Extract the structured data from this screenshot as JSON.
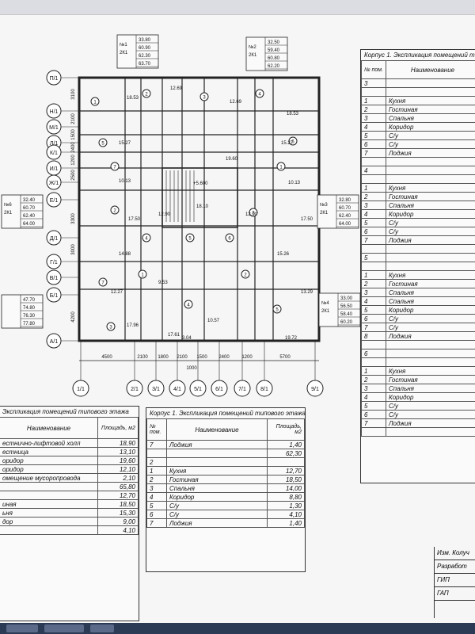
{
  "plan": {
    "axes_left": [
      "П/1",
      "Н/1",
      "М/1",
      "Л/1",
      "К/1",
      "И/1",
      "Ж/1",
      "Е/1",
      "Д/1",
      "Г/1",
      "В/1",
      "Б/1",
      "А/1"
    ],
    "axes_bottom": [
      "1/1",
      "2/1",
      "3/1",
      "4/1",
      "5/1",
      "6/1",
      "7/1",
      "8/1",
      "9/1"
    ],
    "left_dims": [
      "3100",
      "2100",
      "1500",
      "2400",
      "1200",
      "2500",
      "3300",
      "3000",
      "4200"
    ],
    "bottom_dims": [
      "4500",
      "2100",
      "1800",
      "2100",
      "1500",
      "2400",
      "1200",
      "5700"
    ],
    "bottom_total": "1000",
    "room_areas": [
      "18.53",
      "12.69",
      "12.69",
      "18.53",
      "15.27",
      "19.60",
      "15.27",
      "10.13",
      "10.13",
      "17.50",
      "12.90",
      "18.10",
      "12.90",
      "17.50",
      "14.88",
      "15.26",
      "12.27",
      "9.53",
      "13.29",
      "17.96",
      "17.61",
      "10.57",
      "19.72",
      "3.04"
    ],
    "level": "+5.600",
    "apartments": [
      {
        "id": "№1",
        "type": "2К1",
        "values": [
          "33.80",
          "60.90",
          "62.30",
          "63.70"
        ]
      },
      {
        "id": "№2",
        "type": "2К1",
        "values": [
          "32.50",
          "59.40",
          "60.80",
          "62.20"
        ]
      },
      {
        "id": "№6",
        "type": "2К1",
        "values": [
          "32.40",
          "60.70",
          "62.40",
          "64.00"
        ]
      },
      {
        "id": "№3",
        "type": "2К1",
        "values": [
          "32.80",
          "60.70",
          "62.40",
          "64.00"
        ]
      },
      {
        "id": "",
        "type": "",
        "values": [
          "47.70",
          "74.80",
          "76.30",
          "77.80"
        ]
      },
      {
        "id": "№4",
        "type": "2К1",
        "values": [
          "33.00",
          "56.50",
          "58.40",
          "60.20"
        ]
      }
    ]
  },
  "right_table": {
    "title": "Корпус 1. Экспликация помещений типово",
    "col_num": "№ пом.",
    "col_name": "Наименование",
    "groups": [
      {
        "label": "3",
        "rows": [
          [
            "1",
            "Кухня"
          ],
          [
            "2",
            "Гостиная"
          ],
          [
            "3",
            "Спальня"
          ],
          [
            "4",
            "Коридор"
          ],
          [
            "5",
            "С/у"
          ],
          [
            "6",
            "С/у"
          ],
          [
            "7",
            "Лоджия"
          ]
        ]
      },
      {
        "label": "4",
        "rows": [
          [
            "1",
            "Кухня"
          ],
          [
            "2",
            "Гостиная"
          ],
          [
            "3",
            "Спальня"
          ],
          [
            "4",
            "Коридор"
          ],
          [
            "5",
            "С/у"
          ],
          [
            "6",
            "С/у"
          ],
          [
            "7",
            "Лоджия"
          ]
        ]
      },
      {
        "label": "5",
        "rows": [
          [
            "1",
            "Кухня"
          ],
          [
            "2",
            "Гостиная"
          ],
          [
            "3",
            "Спальня"
          ],
          [
            "4",
            "Спальня"
          ],
          [
            "5",
            "Коридор"
          ],
          [
            "6",
            "С/у"
          ],
          [
            "7",
            "С/у"
          ],
          [
            "8",
            "Лоджия"
          ]
        ]
      },
      {
        "label": "6",
        "rows": [
          [
            "1",
            "Кухня"
          ],
          [
            "2",
            "Гостиная"
          ],
          [
            "3",
            "Спальня"
          ],
          [
            "4",
            "Коридор"
          ],
          [
            "5",
            "С/у"
          ],
          [
            "6",
            "С/у"
          ],
          [
            "7",
            "Лоджия"
          ]
        ]
      }
    ]
  },
  "left_table": {
    "title": "Экспликация помещений типового этажа",
    "col_name": "Наименование",
    "col_area": "Площадь, м2",
    "rows": [
      [
        "естнично-лифтовой холл",
        "18,90"
      ],
      [
        "естница",
        "13,10"
      ],
      [
        "оридор",
        "19,60"
      ],
      [
        "оридор",
        "12,10"
      ],
      [
        "омещение мусоропровода",
        "2,10"
      ],
      [
        "",
        "65,80"
      ],
      [
        "",
        "12,70"
      ],
      [
        "иная",
        "18,50"
      ],
      [
        "ьня",
        "15,30"
      ],
      [
        "дор",
        "9,00"
      ],
      [
        "",
        "4,10"
      ]
    ]
  },
  "mid_table": {
    "title": "Корпус 1. Экспликация помещений типового этажа",
    "col_num": "№ пом.",
    "col_name": "Наименование",
    "col_area": "Площадь, м2",
    "rows": [
      [
        "7",
        "Лоджия",
        "1,40"
      ],
      [
        "",
        "",
        "62,30"
      ],
      [
        "2",
        "",
        ""
      ],
      [
        "1",
        "Кухня",
        "12,70"
      ],
      [
        "2",
        "Гостиная",
        "18,50"
      ],
      [
        "3",
        "Спальня",
        "14,00"
      ],
      [
        "4",
        "Коридор",
        "8,80"
      ],
      [
        "5",
        "С/у",
        "1,30"
      ],
      [
        "6",
        "С/у",
        "4,10"
      ],
      [
        "7",
        "Лоджия",
        "1,40"
      ]
    ]
  },
  "title_block": [
    "Изм.  Колуч",
    "Разработ",
    "ГИП",
    "ГАП"
  ]
}
